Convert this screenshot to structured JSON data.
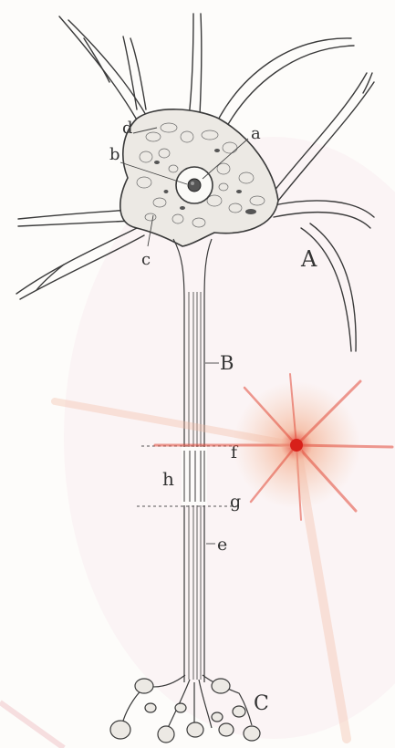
{
  "figure": {
    "labels": {
      "a": "a",
      "b": "b",
      "c": "c",
      "d": "d",
      "A": "A",
      "B": "B",
      "f": "f",
      "h": "h",
      "g": "g",
      "e": "e",
      "C": "C"
    },
    "colors": {
      "ink": "#3a3a3a",
      "cell_fill": "#ece9e4",
      "paper": "#fdfcfa",
      "flare_core": "#e0302a",
      "flare_glow": "#f2b48a"
    },
    "icons": {
      "neuron": "neuron-illustration",
      "flare": "lens-flare"
    }
  }
}
